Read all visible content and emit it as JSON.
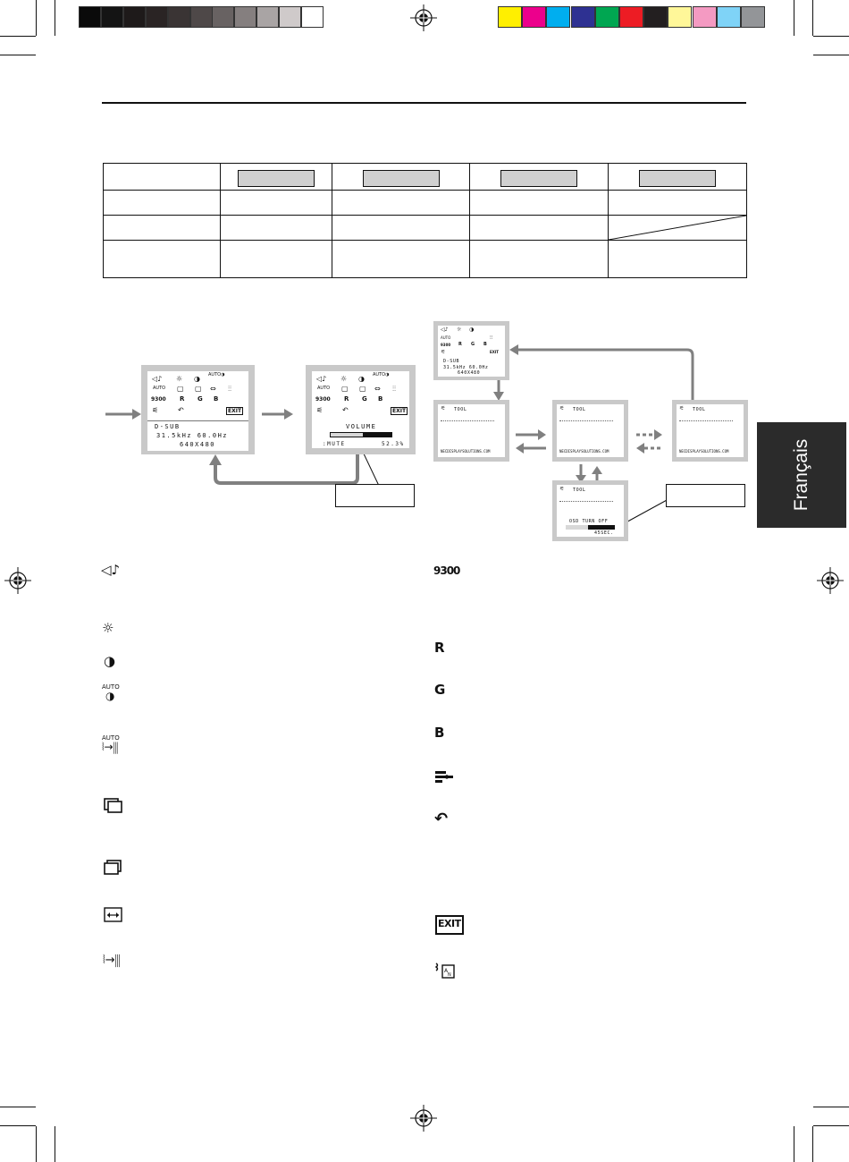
{
  "page_marks": {
    "color_bar_grays": [
      "#0a0a0a",
      "#141414",
      "#1e1a1a",
      "#2a2424",
      "#3a3434",
      "#4e4848",
      "#686262",
      "#857f7f",
      "#a9a4a4",
      "#cfcaca",
      "#ffffff"
    ],
    "color_bar_process": [
      "#ffef00",
      "#ec008c",
      "#00aeef",
      "#2e3192",
      "#00a651",
      "#ed1c24",
      "#231f20",
      "#fff799",
      "#f49ac2",
      "#7fd3f7",
      "#939598"
    ]
  },
  "side_tab": {
    "label": "Français"
  },
  "osd_main": {
    "icons_row1": [
      "◁♪",
      "☼",
      "◑",
      "AUTO◑"
    ],
    "icons_row2": [
      "AUTO",
      "▢",
      "▢",
      "⇔",
      "⫶⫶"
    ],
    "icons_row3": [
      "9300",
      "R",
      "G",
      "B"
    ],
    "icons_row4": [
      "⚟",
      "↶",
      "EXIT"
    ],
    "input_label": "D-SUB",
    "freq_line": "31.5kHz  60.0Hz",
    "res_line": "640X480"
  },
  "osd_volume": {
    "title": "VOLUME",
    "mute_label": ":MUTE",
    "value": "52.3%",
    "level": 0.523
  },
  "osd_tool": {
    "header": "TOOL",
    "url": "NECDISPLAYSOLUTIONS.COM",
    "turnoff_label": "OSD TURN OFF",
    "turnoff_value": "45SEC."
  },
  "osd_small": {
    "freq_line": "31.5kHz  60.0Hz",
    "res_line": "640X480",
    "input_label": "D-SUB"
  },
  "legend_icons": {
    "left": [
      "volume-icon",
      "brightness-icon",
      "contrast-icon",
      "auto-contrast-icon",
      "auto-adjust-icon",
      "left-right-icon",
      "down-up-icon",
      "h-size-icon",
      "fine-icon"
    ],
    "right": [
      "9300-icon",
      "red-icon",
      "green-icon",
      "blue-icon",
      "tool-icon",
      "factory-preset-icon",
      "exit-icon",
      "language-icon"
    ],
    "text_9300": "9300",
    "text_r": "R",
    "text_g": "G",
    "text_b": "B",
    "text_exit": "EXIT",
    "text_auto": "AUTO"
  }
}
